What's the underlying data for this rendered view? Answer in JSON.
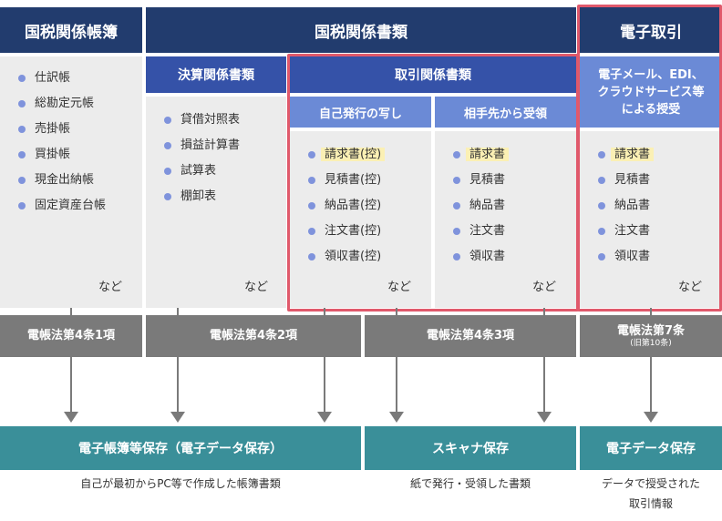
{
  "headers": {
    "kokuzei_choubo": "国税関係帳簿",
    "kokuzei_shorui": "国税関係書類",
    "denshi_torihiki": "電子取引"
  },
  "subheaders": {
    "kessan": "決算関係書類",
    "torihiki": "取引関係書類",
    "jiko_hakkou": "自己発行の写し",
    "aite_juryou": "相手先から受領",
    "denshi_line1": "電子メール、EDI、",
    "denshi_line2": "クラウドサービス等",
    "denshi_line3": "による授受"
  },
  "lists": {
    "choubo": [
      "仕訳帳",
      "総勘定元帳",
      "売掛帳",
      "買掛帳",
      "現金出納帳",
      "固定資産台帳"
    ],
    "kessan": [
      "貸借対照表",
      "損益計算書",
      "試算表",
      "棚卸表"
    ],
    "jiko": [
      "請求書(控)",
      "見積書(控)",
      "納品書(控)",
      "注文書(控)",
      "領収書(控)"
    ],
    "aite": [
      "請求書",
      "見積書",
      "納品書",
      "注文書",
      "領収書"
    ],
    "denshi": [
      "請求書",
      "見積書",
      "納品書",
      "注文書",
      "領収書"
    ]
  },
  "nado": "など",
  "laws": {
    "law1": "電帳法第4条1項",
    "law2": "電帳法第4条2項",
    "law3": "電帳法第4条3項",
    "law4": "電帳法第7条",
    "law4_sub": "(旧第10条)"
  },
  "storage": {
    "denshi_choubo": "電子帳簿等保存（電子データ保存）",
    "scanner": "スキャナ保存",
    "denshi_data": "電子データ保存"
  },
  "captions": {
    "cap1": "自己が最初からPC等で作成した帳簿書類",
    "cap2": "紙で発行・受領した書類",
    "cap3_line1": "データで授受された",
    "cap3_line2": "取引情報"
  },
  "colors": {
    "header_dark": "#223c6e",
    "header_mid": "#3552a8",
    "header_light": "#6b8ad6",
    "law_gray": "#7a7a7a",
    "storage_teal": "#3a8f99",
    "highlight_red": "#e0596b",
    "highlight_yellow": "#fbf0b4",
    "bullet": "#7f93dc"
  }
}
